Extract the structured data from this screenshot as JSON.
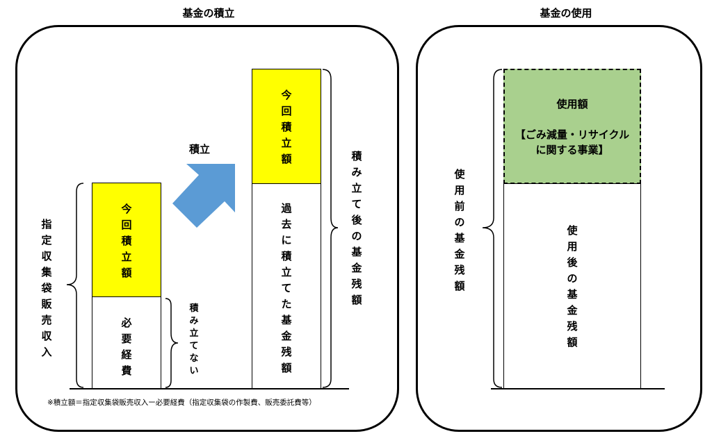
{
  "left_panel": {
    "title": "基金の積立",
    "collection_revenue_label": "指\n定\n収\n集\n袋\n販\n売\n収\n入",
    "current_accumulation_label_1": "今\n回\n積\n立\n額",
    "necessary_expenses_label": "必\n要\n経\n費",
    "not_accumulated_label": "積\nみ\n立\nて\nな\nい",
    "arrow_label": "積立",
    "current_accumulation_label_2": "今\n回\n積\n立\n額",
    "past_balance_label": "過\n去\nに\n積\n立\nて\nた\n基\n金\n残\n額",
    "after_balance_label": "積\nみ\n立\nて\n後\nの\n基\n金\n残\n額",
    "footnote": "※積立額＝指定収集袋販売収入ー必要経費（指定収集袋の作製費、販売委託費等）"
  },
  "right_panel": {
    "title": "基金の使用",
    "before_use_balance_label": "使\n用\n前\nの\n基\n金\n残\n額",
    "usage_amount_label": "使用額",
    "usage_detail_line1": "【ごみ減量・リサイクル",
    "usage_detail_line2": "に関する事業】",
    "after_use_balance_label": "使\n用\n後\nの\n基\n金\n残\n額"
  },
  "colors": {
    "yellow": "#ffff00",
    "green": "#a9d08e",
    "arrow_blue": "#5b9bd5"
  }
}
